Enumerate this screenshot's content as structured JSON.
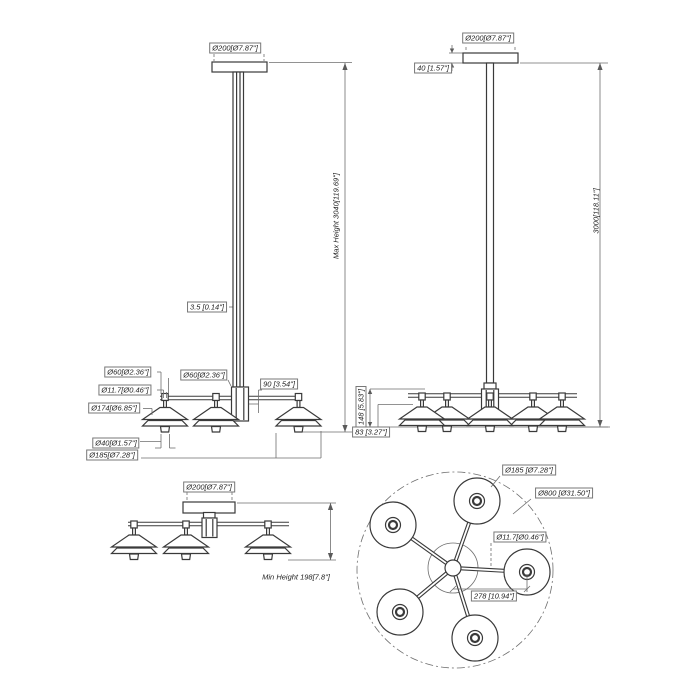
{
  "drawing": {
    "type": "technical-dimension-drawing",
    "subject": "5-light chandelier / pendant fixture",
    "line_color": "#3a3a3a",
    "background": "#ffffff",
    "views": {
      "front_max": {
        "canopy_dia": "Ø200[Ø7.87\"]",
        "rod_wall": "3.5 [0.14\"]",
        "max_height": "Max Height 3040[119.69\"]",
        "cap_dia": "Ø60[Ø2.36\"]",
        "stem_dia": "Ø11.7[Ø0.46\"]",
        "shade_mid_dia": "Ø174[Ø6.85\"]",
        "hub_dia": "Ø60[Ø2.36\"]",
        "arm_offset": "90 [3.54\"]",
        "finial_dia": "Ø40[Ø1.57\"]",
        "shade_dia": "Ø185[Ø7.28\"]"
      },
      "front_rod": {
        "canopy_dia": "Ø200[Ø7.87\"]",
        "canopy_height": "40 [1.57\"]",
        "rod_length": "3000[118.11\"]",
        "shade_assembly_height": "148 [5.83\"]",
        "shade_height": "83 [3.27\"]"
      },
      "front_min": {
        "canopy_dia": "Ø200[Ø7.87\"]",
        "min_height": "Min Height 198[7.8\"]"
      },
      "plan": {
        "shade_dia": "Ø185 [Ø7.28\"]",
        "overall_dia": "Ø800 [Ø31.50\"]",
        "stem_dia": "Ø11.7[Ø0.46\"]",
        "arm_radius": "278 [10.94\"]"
      }
    }
  }
}
